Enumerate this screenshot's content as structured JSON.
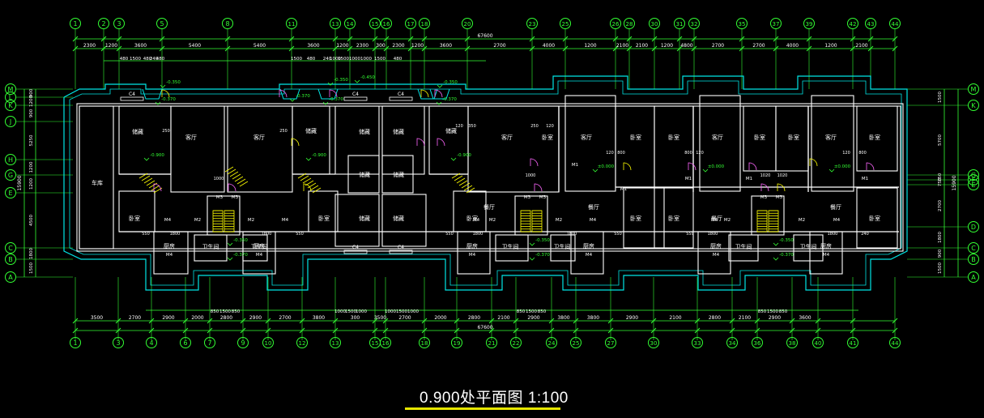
{
  "title": "0.900处平面图 1:100",
  "colors": {
    "background": "#000000",
    "axis": "#33ff33",
    "wall": "#ffffff",
    "outline": "#00e5e5",
    "stair": "#ffff00",
    "door": "#ff66ff",
    "text": "#ffffff",
    "elevation": "#33ff33"
  },
  "grids_top": [
    "1",
    "2",
    "3",
    "5",
    "8",
    "11",
    "13",
    "14",
    "15",
    "16",
    "17",
    "18",
    "20",
    "23",
    "25",
    "26",
    "28",
    "30",
    "31",
    "32",
    "35",
    "37",
    "39",
    "42",
    "43",
    "44"
  ],
  "grids_bottom": [
    "1",
    "3",
    "4",
    "6",
    "7",
    "9",
    "10",
    "12",
    "13",
    "15",
    "16",
    "18",
    "19",
    "21",
    "22",
    "24",
    "25",
    "27",
    "30",
    "33",
    "34",
    "36",
    "38",
    "40",
    "41",
    "44"
  ],
  "grids_left": [
    "M",
    "L",
    "K",
    "J",
    "H",
    "G",
    "E",
    "C",
    "B",
    "A"
  ],
  "grids_right": [
    "M",
    "K",
    "G",
    "F",
    "E",
    "D",
    "C",
    "B",
    "A"
  ],
  "dims_top_row1": [
    "2300",
    "1200",
    "3600",
    "5400",
    "5400",
    "3600",
    "1200",
    "2300",
    "300",
    "2300",
    "1200",
    "3600",
    "2700",
    "4000",
    "1200",
    "2100",
    "2100",
    "1200",
    "4800",
    "2700",
    "2700",
    "4000",
    "1200",
    "2100"
  ],
  "dims_top_row2": [
    "480",
    "1500",
    "480",
    "240",
    "480",
    "1500",
    "480",
    "240",
    "1000",
    "1500",
    "1000",
    "1000",
    "1500",
    "480"
  ],
  "dim_top_total": "67600",
  "dims_bottom_row1": [
    "3500",
    "2700",
    "2900",
    "2000",
    "2800",
    "2900",
    "2700",
    "3800",
    "300",
    "3500",
    "2700",
    "2000",
    "2800",
    "2100",
    "2900",
    "3800",
    "3800",
    "2900",
    "2100",
    "2800",
    "2100",
    "2900",
    "3600"
  ],
  "dims_bottom_row2": [
    "850",
    "1500",
    "850",
    "1000",
    "1500",
    "1000",
    "1000",
    "1500",
    "1000",
    "850",
    "1500",
    "850",
    "850",
    "1500",
    "850"
  ],
  "dim_bottom_total": "67600",
  "dims_left": [
    "900",
    "1200",
    "900",
    "5250",
    "1200",
    "1200",
    "4500",
    "1800",
    "1500"
  ],
  "dims_left_total": "15900",
  "dims_right": [
    "1500",
    "5700",
    "750",
    "750",
    "2700",
    "1800",
    "900",
    "1500"
  ],
  "dims_right_total": "15900",
  "rooms": {
    "living": "客厅",
    "bedroom": "卧室",
    "storage": "储藏",
    "kitchen": "厨房",
    "bath": "卫生间",
    "garage": "车库",
    "dining": "餐厅"
  },
  "elevations": [
    "-0.350",
    "-0.370",
    "-0.900",
    "-0.450",
    "±0.000"
  ],
  "doors": [
    "M1",
    "M2",
    "M3",
    "M4",
    "C4"
  ]
}
